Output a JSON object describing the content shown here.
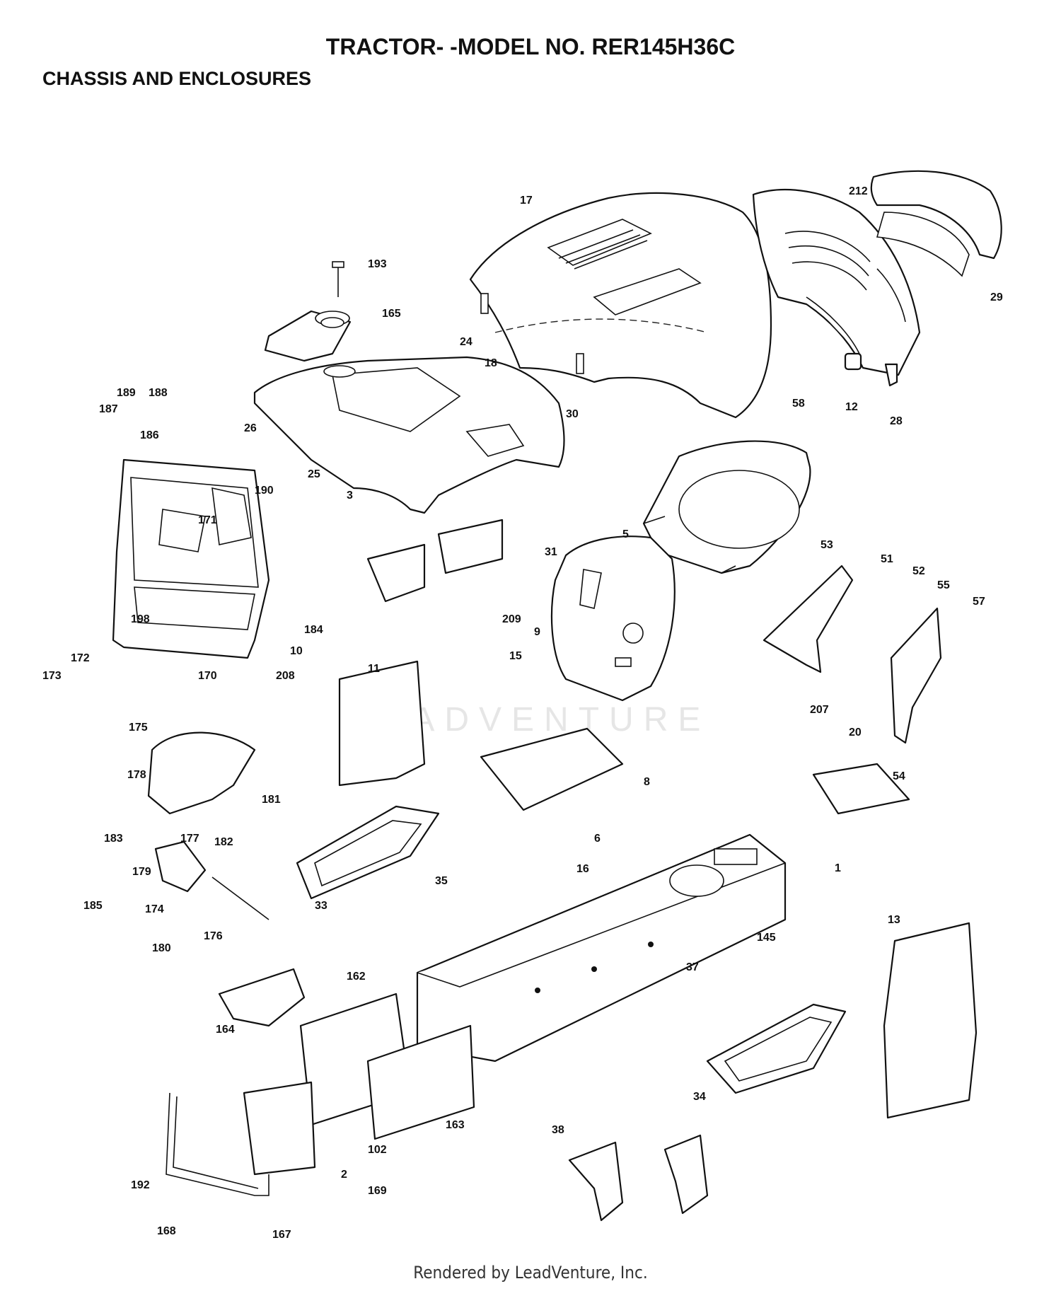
{
  "header": {
    "title": "TRACTOR- -MODEL NO. RER145H36C",
    "subtitle": "CHASSIS AND ENCLOSURES"
  },
  "watermark": "LEADVENTURE",
  "footer": "Rendered by LeadVenture, Inc.",
  "callouts": [
    {
      "id": "17"
    },
    {
      "id": "212"
    },
    {
      "id": "193"
    },
    {
      "id": "165"
    },
    {
      "id": "24"
    },
    {
      "id": "18"
    },
    {
      "id": "29"
    },
    {
      "id": "12"
    },
    {
      "id": "28"
    },
    {
      "id": "189"
    },
    {
      "id": "188"
    },
    {
      "id": "187"
    },
    {
      "id": "186"
    },
    {
      "id": "30"
    },
    {
      "id": "26"
    },
    {
      "id": "25"
    },
    {
      "id": "58"
    },
    {
      "id": "190"
    },
    {
      "id": "171"
    },
    {
      "id": "3"
    },
    {
      "id": "31"
    },
    {
      "id": "5"
    },
    {
      "id": "53"
    },
    {
      "id": "51"
    },
    {
      "id": "52"
    },
    {
      "id": "55"
    },
    {
      "id": "57"
    },
    {
      "id": "198"
    },
    {
      "id": "172"
    },
    {
      "id": "173"
    },
    {
      "id": "170"
    },
    {
      "id": "184"
    },
    {
      "id": "10"
    },
    {
      "id": "209"
    },
    {
      "id": "9"
    },
    {
      "id": "15"
    },
    {
      "id": "11"
    },
    {
      "id": "208"
    },
    {
      "id": "175"
    },
    {
      "id": "178"
    },
    {
      "id": "181"
    },
    {
      "id": "183"
    },
    {
      "id": "177"
    },
    {
      "id": "182"
    },
    {
      "id": "179"
    },
    {
      "id": "185"
    },
    {
      "id": "174"
    },
    {
      "id": "180"
    },
    {
      "id": "176"
    },
    {
      "id": "207"
    },
    {
      "id": "20"
    },
    {
      "id": "54"
    },
    {
      "id": "8"
    },
    {
      "id": "6"
    },
    {
      "id": "16"
    },
    {
      "id": "1"
    },
    {
      "id": "33"
    },
    {
      "id": "35"
    },
    {
      "id": "13"
    },
    {
      "id": "145"
    },
    {
      "id": "37"
    },
    {
      "id": "162"
    },
    {
      "id": "164"
    },
    {
      "id": "34"
    },
    {
      "id": "163"
    },
    {
      "id": "102"
    },
    {
      "id": "2"
    },
    {
      "id": "169"
    },
    {
      "id": "192"
    },
    {
      "id": "168"
    },
    {
      "id": "167"
    },
    {
      "id": "38"
    }
  ]
}
